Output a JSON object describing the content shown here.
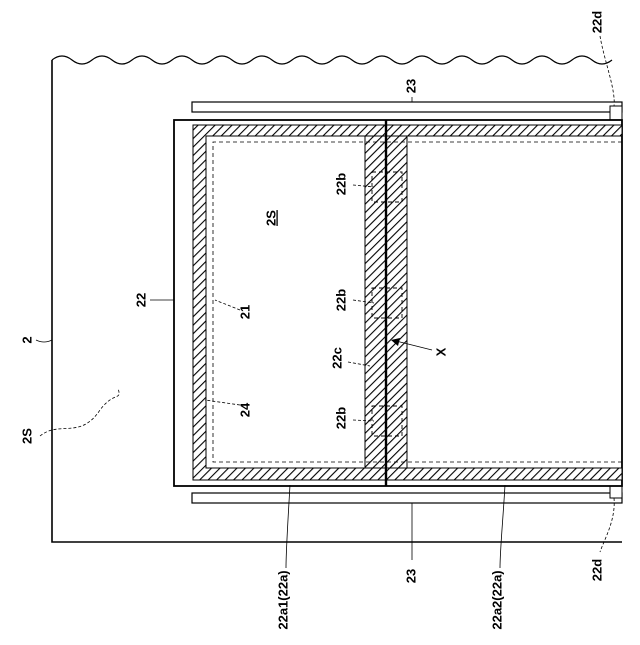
{
  "labels": {
    "sheet_2": "2",
    "sheet_surface_left": "2S",
    "surface_2s": "2S",
    "member_21": "21",
    "frame_22": "22",
    "mark_22b_top": "22b",
    "mark_22b_mid": "22b",
    "mark_22b_bot": "22b",
    "center_22c": "22c",
    "mark_x": "X",
    "mark_24": "24",
    "rail_23_top": "23",
    "rail_23_bottom": "23",
    "post_22d_top": "22d",
    "post_22d_bottom": "22d",
    "part_22a1": "22a1(22a)",
    "part_22a2": "22a2(22a)"
  }
}
